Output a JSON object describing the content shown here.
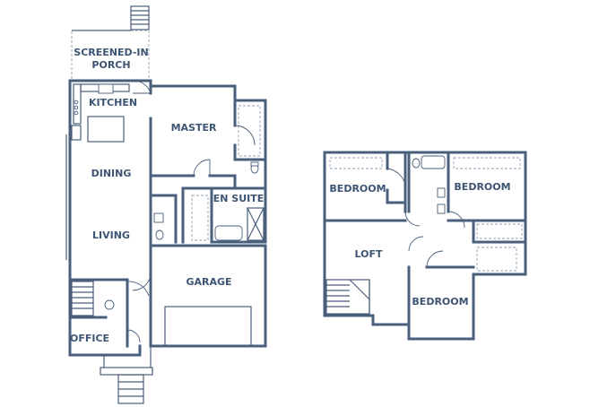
{
  "colors": {
    "line": "#4a5f7b",
    "label": "#3d5473",
    "background": "#ffffff"
  },
  "main_floor": {
    "rooms": {
      "porch_line1": "SCREENED-IN",
      "porch_line2": "PORCH",
      "kitchen": "KITCHEN",
      "master": "MASTER",
      "dining": "DINING",
      "en_suite": "EN SUITE",
      "living": "LIVING",
      "garage": "GARAGE",
      "office": "OFFICE"
    }
  },
  "upper_floor": {
    "rooms": {
      "bedroom_left": "BEDROOM",
      "bedroom_right": "BEDROOM",
      "loft": "LOFT",
      "bedroom_bottom": "BEDROOM"
    }
  }
}
